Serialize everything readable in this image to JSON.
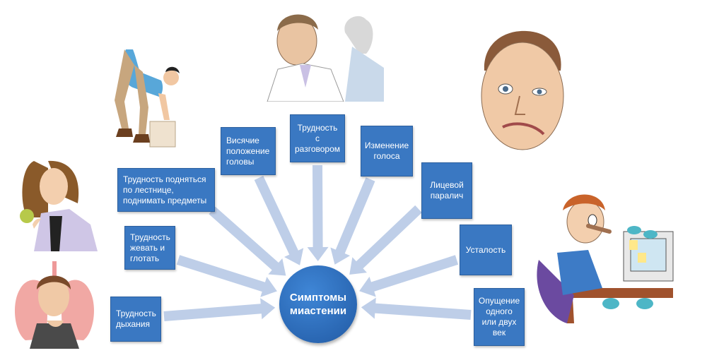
{
  "diagram": {
    "hub_label": "Симптомы\nмиастении",
    "symptoms": [
      {
        "id": "breathing",
        "label": "Трудность\nдыхания"
      },
      {
        "id": "chewing",
        "label": "Трудность\nжевать и\nглотать"
      },
      {
        "id": "stairs",
        "label": "Трудность подняться\nпо лестнице,\nподнимать предметы"
      },
      {
        "id": "head",
        "label": "Висячие\nположение\nголовы"
      },
      {
        "id": "speech",
        "label": "Трудность с\nразговором"
      },
      {
        "id": "voice",
        "label": "Изменение\nголоса"
      },
      {
        "id": "facial",
        "label": "Лицевой\nпаралич"
      },
      {
        "id": "fatigue",
        "label": "Усталость"
      },
      {
        "id": "eyelids",
        "label": "Опущение\nодного\nили двух\nвек"
      }
    ],
    "colors": {
      "box_fill": "#3a78c2",
      "hub_fill": "#2a67b3",
      "arrow_fill": "#b7c9e6"
    },
    "illustrations": [
      {
        "id": "person-lifting-box",
        "icon": "person-lifting-box-icon"
      },
      {
        "id": "two-men-talking",
        "icon": "conversation-icon"
      },
      {
        "id": "face-paralysis",
        "icon": "drooping-face-icon"
      },
      {
        "id": "woman-chewing",
        "icon": "woman-eating-apple-icon"
      },
      {
        "id": "man-lungs",
        "icon": "breathing-difficulty-icon"
      },
      {
        "id": "tired-office-worker",
        "icon": "tired-worker-icon"
      }
    ]
  }
}
